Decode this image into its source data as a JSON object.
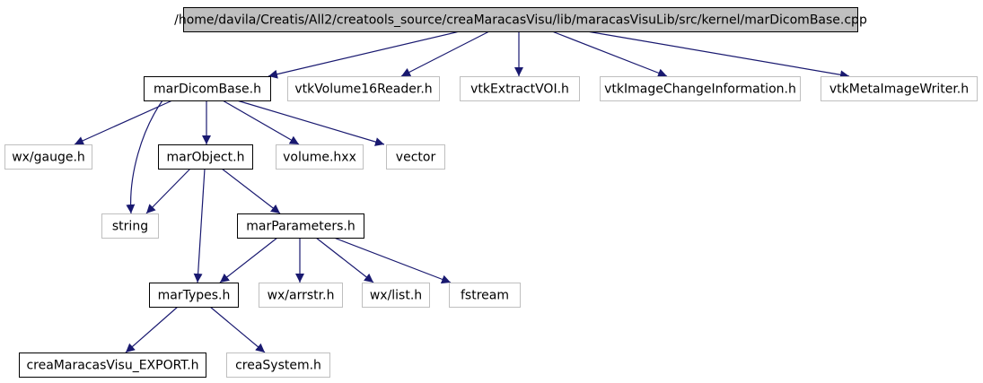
{
  "colors": {
    "root_fill": "#bfbfbf",
    "root_stroke": "#000000",
    "local_stroke": "#000000",
    "external_stroke": "#bfbfbf",
    "edge": "#191970",
    "background": "#ffffff"
  },
  "nodes": [
    {
      "id": "root",
      "label": "/home/davila/Creatis/All2/creatools_source/creaMaracasVisu/lib/maracasVisuLib/src/kernel/marDicomBase.cpp",
      "kind": "root"
    },
    {
      "id": "marDicomBase_h",
      "label": "marDicomBase.h",
      "kind": "local"
    },
    {
      "id": "vtkVolume16Reader_h",
      "label": "vtkVolume16Reader.h",
      "kind": "external"
    },
    {
      "id": "vtkExtractVOI_h",
      "label": "vtkExtractVOI.h",
      "kind": "external"
    },
    {
      "id": "vtkImageChangeInformation_h",
      "label": "vtkImageChangeInformation.h",
      "kind": "external"
    },
    {
      "id": "vtkMetaImageWriter_h",
      "label": "vtkMetaImageWriter.h",
      "kind": "external"
    },
    {
      "id": "wx_gauge_h",
      "label": "wx/gauge.h",
      "kind": "external"
    },
    {
      "id": "marObject_h",
      "label": "marObject.h",
      "kind": "local"
    },
    {
      "id": "volume_hxx",
      "label": "volume.hxx",
      "kind": "external"
    },
    {
      "id": "vector",
      "label": "vector",
      "kind": "external"
    },
    {
      "id": "string",
      "label": "string",
      "kind": "external"
    },
    {
      "id": "marParameters_h",
      "label": "marParameters.h",
      "kind": "local"
    },
    {
      "id": "marTypes_h",
      "label": "marTypes.h",
      "kind": "local"
    },
    {
      "id": "wx_arrstr_h",
      "label": "wx/arrstr.h",
      "kind": "external"
    },
    {
      "id": "wx_list_h",
      "label": "wx/list.h",
      "kind": "external"
    },
    {
      "id": "fstream",
      "label": "fstream",
      "kind": "external"
    },
    {
      "id": "creaMaracasVisu_EXPORT_h",
      "label": "creaMaracasVisu_EXPORT.h",
      "kind": "local"
    },
    {
      "id": "creaSystem_h",
      "label": "creaSystem.h",
      "kind": "external"
    }
  ],
  "edges": [
    [
      "root",
      "marDicomBase_h"
    ],
    [
      "root",
      "vtkVolume16Reader_h"
    ],
    [
      "root",
      "vtkExtractVOI_h"
    ],
    [
      "root",
      "vtkImageChangeInformation_h"
    ],
    [
      "root",
      "vtkMetaImageWriter_h"
    ],
    [
      "marDicomBase_h",
      "wx_gauge_h"
    ],
    [
      "marDicomBase_h",
      "string"
    ],
    [
      "marDicomBase_h",
      "marObject_h"
    ],
    [
      "marDicomBase_h",
      "volume_hxx"
    ],
    [
      "marDicomBase_h",
      "vector"
    ],
    [
      "marObject_h",
      "string"
    ],
    [
      "marObject_h",
      "marTypes_h"
    ],
    [
      "marObject_h",
      "marParameters_h"
    ],
    [
      "marParameters_h",
      "marTypes_h"
    ],
    [
      "marParameters_h",
      "wx_arrstr_h"
    ],
    [
      "marParameters_h",
      "wx_list_h"
    ],
    [
      "marParameters_h",
      "fstream"
    ],
    [
      "marTypes_h",
      "creaMaracasVisu_EXPORT_h"
    ],
    [
      "marTypes_h",
      "creaSystem_h"
    ]
  ]
}
